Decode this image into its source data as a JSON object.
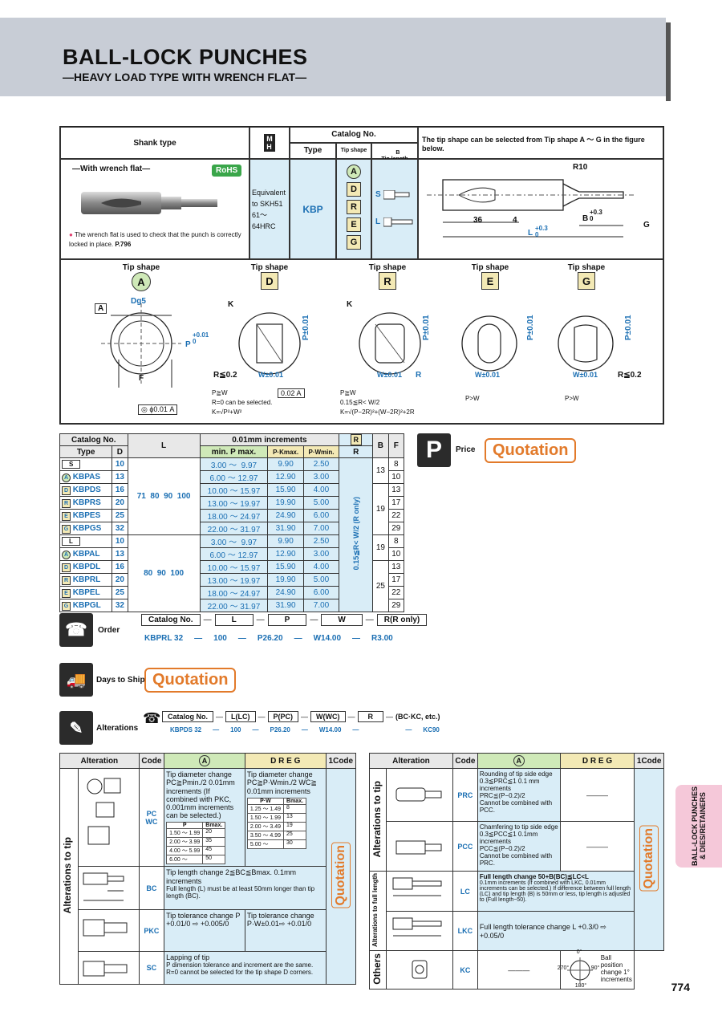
{
  "header": {
    "title": "BALL-LOCK PUNCHES",
    "subtitle": "—HEAVY LOAD TYPE WITH WRENCH FLAT—"
  },
  "top": {
    "shank_type_label": "Shank type",
    "mh_label": "M\nH",
    "catalog_no_label": "Catalog No.",
    "type_label": "Type",
    "tip_shape_label": "Tip shape",
    "b_tip_length_label": "B\nTip length",
    "tip_note": "The tip shape can be selected from Tip shape A ～ G in the figure below.",
    "with_wrench_flat": "—With wrench flat—",
    "rohs": "RoHS",
    "material": "Equivalent to SKH51 61～64HRC",
    "type_value": "KBP",
    "shapes": [
      "A",
      "D",
      "R",
      "E",
      "G"
    ],
    "s_label": "S",
    "l_label": "L",
    "wrench_note": "The wrench flat is used to check that the punch is correctly locked in place.",
    "wrench_page": "P.796",
    "dim_r10": "R10",
    "dim_36": "36",
    "dim_4": "4",
    "dim_l": "L",
    "dim_l_tol": "+0.3\n0",
    "dim_b": "B",
    "dim_b_tol": "+0.3\n0",
    "dim_g": "G"
  },
  "tip_shapes": {
    "label": "Tip shape",
    "a": {
      "letter": "A",
      "dg5": "Dg5",
      "a_box": "A",
      "f": "F",
      "p": "P",
      "p_tol": "+0.01\n0",
      "concentricity": "◎ ϕ0.01 A"
    },
    "d": {
      "letter": "D",
      "k": "K",
      "p": "P±0.01",
      "r": "R≦0.2",
      "w": "W±0.01",
      "flat": "0.02 A",
      "notes": [
        "P≧W",
        "R=0 can be selected.",
        "K=√P²+W²"
      ]
    },
    "r": {
      "letter": "R",
      "k": "K",
      "p": "P±0.01",
      "w": "W±0.01",
      "r": "R",
      "notes": [
        "P≧W",
        "0.15≦R< W/2",
        "K=√(P−2R)²+(W−2R)²+2R"
      ]
    },
    "e": {
      "letter": "E",
      "p": "P±0.01",
      "w": "W±0.01",
      "notes": [
        "P>W"
      ]
    },
    "g": {
      "letter": "G",
      "p": "P±0.01",
      "w": "W±0.01",
      "r": "R≦0.2",
      "notes": [
        "P>W"
      ]
    }
  },
  "spec_table": {
    "catalog_no": "Catalog No.",
    "type": "Type",
    "d": "D",
    "l": "L",
    "increment": "0.01mm increments",
    "minp": "min. P max.",
    "pkmax": "P·Kmax.",
    "pwmin": "P·Wmin.",
    "r": "R",
    "b": "B",
    "f": "F",
    "r_range": "0.15≦R< W/2 (R only)",
    "s_group": {
      "types": [
        "KBPAS",
        "KBPDS",
        "KBPRS",
        "KBPES",
        "KBPGS"
      ],
      "l_values": "71  80  90  100",
      "rows": [
        {
          "d": "10",
          "p": "3.00 ～  9.97",
          "pk": "9.90",
          "pw": "2.50",
          "f": "8"
        },
        {
          "d": "13",
          "p": "6.00 ～ 12.97",
          "pk": "12.90",
          "pw": "3.00",
          "f": "10"
        },
        {
          "d": "16",
          "p": "10.00 ～ 15.97",
          "pk": "15.90",
          "pw": "4.00",
          "f": "13"
        },
        {
          "d": "20",
          "p": "13.00 ～ 19.97",
          "pk": "19.90",
          "pw": "5.00",
          "f": "17"
        },
        {
          "d": "25",
          "p": "18.00 ～ 24.97",
          "pk": "24.90",
          "pw": "6.00",
          "f": "22"
        },
        {
          "d": "32",
          "p": "22.00 ～ 31.97",
          "pk": "31.90",
          "pw": "7.00",
          "f": "29"
        }
      ],
      "b": [
        "13",
        "19"
      ]
    },
    "l_group": {
      "types": [
        "KBPAL",
        "KBPDL",
        "KBPRL",
        "KBPEL",
        "KBPGL"
      ],
      "l_values": "80  90  100",
      "rows": [
        {
          "d": "10",
          "p": "3.00 ～  9.97",
          "pk": "9.90",
          "pw": "2.50",
          "f": "8"
        },
        {
          "d": "13",
          "p": "6.00 ～ 12.97",
          "pk": "12.90",
          "pw": "3.00",
          "f": "10"
        },
        {
          "d": "16",
          "p": "10.00 ～ 15.97",
          "pk": "15.90",
          "pw": "4.00",
          "f": "13"
        },
        {
          "d": "20",
          "p": "13.00 ～ 19.97",
          "pk": "19.90",
          "pw": "5.00",
          "f": "17"
        },
        {
          "d": "25",
          "p": "18.00 ～ 24.97",
          "pk": "24.90",
          "pw": "6.00",
          "f": "22"
        },
        {
          "d": "32",
          "p": "22.00 ～ 31.97",
          "pk": "31.90",
          "pw": "7.00",
          "f": "29"
        }
      ],
      "b": [
        "19",
        "25"
      ]
    }
  },
  "price": {
    "label": "Price",
    "value": "Quotation"
  },
  "order": {
    "label": "Order",
    "fields": [
      "Catalog No.",
      "L",
      "P",
      "W",
      "R(R only)"
    ],
    "example": [
      "KBPRL 32",
      "100",
      "P26.20",
      "W14.00",
      "R3.00"
    ]
  },
  "days_to_ship": {
    "label": "Days to Ship",
    "value": "Quotation"
  },
  "alterations": {
    "label": "Alterations",
    "fields": [
      "Catalog No.",
      "L(LC)",
      "P(PC)",
      "W(WC)",
      "R",
      "(BC·KC, etc.)"
    ],
    "example": [
      "KBPDS 32",
      "100",
      "P26.20",
      "W14.00",
      "",
      "KC90"
    ]
  },
  "alt_left": {
    "h_alteration": "Alteration",
    "h_code": "Code",
    "h_a": "A",
    "h_dreg": "D R E G",
    "h_1code": "1Code",
    "group": "Alterations to tip",
    "quotation": "Quotation",
    "rows": [
      {
        "code": "PC\nWC",
        "a": "Tip diameter change PC≧Pmin./2 0.01mm increments (If combined with PKC, 0.001mm increments can be selected.)",
        "dreg": "Tip diameter change PC≧P·Wmin./2 WC≧ 0.01mm increments",
        "p_table": [
          [
            "P",
            "Bmax."
          ],
          [
            "1.50 ～ 1.99",
            "20"
          ],
          [
            "2.00 ～ 3.99",
            "35"
          ],
          [
            "4.00 ～ 5.99",
            "45"
          ],
          [
            "6.00 ～",
            "50"
          ]
        ],
        "pw_table": [
          [
            "P·W",
            "Bmax."
          ],
          [
            "1.25 ～ 1.49",
            "8"
          ],
          [
            "1.50 ～ 1.99",
            "13"
          ],
          [
            "2.00 ～ 3.49",
            "19"
          ],
          [
            "3.50 ～ 4.99",
            "25"
          ],
          [
            "5.00 ～",
            "30"
          ]
        ]
      },
      {
        "code": "BC",
        "a": "Tip length change 2≦BC≦Bmax.    0.1mm increments",
        "note": "Full length (L) must be at least 50mm longer than tip length (BC)."
      },
      {
        "code": "PKC",
        "a": "Tip tolerance change P +0.01/0 ⇨ +0.005/0",
        "dreg": "Tip tolerance change P·W±0.01⇨ +0.01/0"
      },
      {
        "code": "SC",
        "a": "Lapping of tip",
        "notes": [
          "P dimension tolerance and increment are the same.",
          "R=0 cannot be selected for the tip shape D corners."
        ]
      }
    ]
  },
  "alt_right": {
    "h_alteration": "Alteration",
    "h_code": "Code",
    "h_a": "A",
    "h_dreg": "D R E G",
    "h_1code": "1Code",
    "group_tip": "Alterations to tip",
    "group_full": "Alterations to full length",
    "group_others": "Others",
    "quotation": "Quotation",
    "rows": [
      {
        "code": "PRC",
        "text": "Rounding of tip side edge 0.3≦PRC≦1 0.1 mm increments PRC≦(P−0.2)/2",
        "note": "Cannot be combined with PCC.",
        "dreg": "———"
      },
      {
        "code": "PCC",
        "text": "Chamfering to tip side edge 0.3≦PCC≦1 0.1mm increments PCC≦(P−0.2)/2",
        "note": "Cannot be combined with PRC.",
        "dreg": "———"
      },
      {
        "code": "LC",
        "text": "Full length change    50+B(BC)≦LC<L",
        "note": "0.1mm increments (If combined with LKC, 0.01mm increments can be selected.) If difference between full length (LC) and tip length (B) is 50mm or less, tip length is adjusted to (Full length−50)."
      },
      {
        "code": "LKC",
        "text": "Full length tolerance change    L +0.3/0 ⇨ +0.05/0"
      },
      {
        "code": "KC",
        "text": "———",
        "angles": [
          "0°",
          "90°",
          "180°",
          "270°"
        ],
        "kc_note": "Ball position change 1° increments"
      }
    ]
  },
  "side_tab": "BALL-LOCK PUNCHES & DIES/RETAINERS",
  "page_number": "774"
}
